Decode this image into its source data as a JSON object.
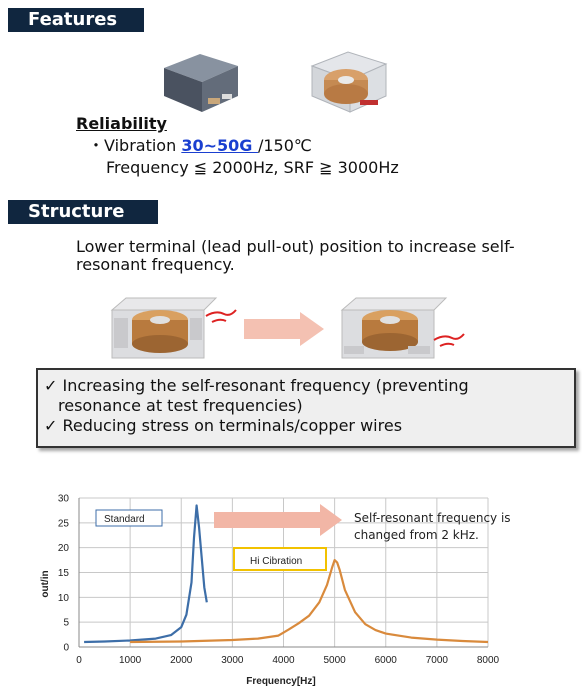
{
  "features": {
    "header": "Features",
    "reliability_title": "Reliability",
    "vibration_prefix": "・Vibration ",
    "vibration_value": "30~50G ",
    "vibration_suffix": "/150℃",
    "frequency_line": "Frequency ≦ 2000Hz,  SRF ≧ 3000Hz"
  },
  "structure": {
    "header": "Structure",
    "description": "Lower terminal (lead pull-out) position to increase self-resonant frequency."
  },
  "checks": {
    "mark": "✓",
    "item1_line1": "Increasing the self-resonant frequency (preventing",
    "item1_line2": "resonance at test frequencies)",
    "item2": "Reducing stress on terminals/copper wires"
  },
  "colors": {
    "header_bg": "#10263f",
    "standard": "#3d6ea8",
    "hi_vibration": "#d98a3c",
    "arrow": "#f2b6a6",
    "vibration_value": "#1a3fd0"
  },
  "chart_data": {
    "type": "line",
    "xlabel": "Frequency[Hz]",
    "ylabel": "out/in",
    "xlim": [
      0,
      8000
    ],
    "ylim": [
      0,
      30
    ],
    "xticks": [
      0,
      1000,
      2000,
      3000,
      4000,
      5000,
      6000,
      7000,
      8000
    ],
    "yticks": [
      0,
      5,
      10,
      15,
      20,
      25,
      30
    ],
    "grid": true,
    "annotation": "Self-resonant frequency is changed from 2 kHz.",
    "series": [
      {
        "name": "Standard",
        "x": [
          100,
          500,
          1000,
          1500,
          1800,
          2000,
          2100,
          2200,
          2250,
          2300,
          2350,
          2400,
          2450,
          2500
        ],
        "y": [
          1.0,
          1.1,
          1.3,
          1.7,
          2.4,
          4.0,
          6.5,
          13.0,
          22.0,
          28.5,
          24.0,
          18.0,
          12.0,
          9.0
        ]
      },
      {
        "name": "Hi Cibration",
        "x": [
          1000,
          2000,
          3000,
          3500,
          3900,
          4100,
          4300,
          4500,
          4700,
          4850,
          4950,
          5000,
          5050,
          5100,
          5200,
          5400,
          5600,
          5800,
          6000,
          6500,
          7000,
          7500,
          8000
        ],
        "y": [
          1.0,
          1.1,
          1.4,
          1.7,
          2.3,
          3.5,
          4.8,
          6.3,
          9.0,
          12.5,
          16.0,
          17.5,
          17.0,
          15.5,
          11.5,
          7.0,
          4.6,
          3.4,
          2.7,
          1.9,
          1.5,
          1.2,
          1.0
        ]
      }
    ]
  }
}
